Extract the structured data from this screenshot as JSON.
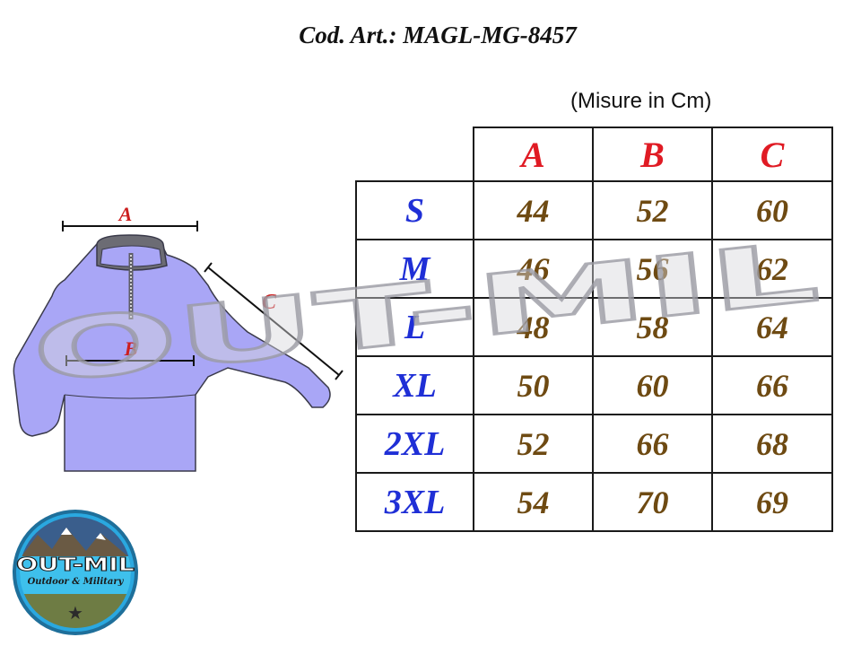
{
  "header": {
    "article_code": "Cod. Art.: MAGL-MG-8457"
  },
  "size_chart": {
    "units_note": "(Misure in Cm)",
    "columns": [
      "A",
      "B",
      "C"
    ],
    "rows": [
      {
        "size": "S",
        "values": [
          "44",
          "52",
          "60"
        ]
      },
      {
        "size": "M",
        "values": [
          "46",
          "56",
          "62"
        ]
      },
      {
        "size": "L",
        "values": [
          "48",
          "58",
          "64"
        ]
      },
      {
        "size": "XL",
        "values": [
          "50",
          "60",
          "66"
        ]
      },
      {
        "size": "2XL",
        "values": [
          "52",
          "66",
          "68"
        ]
      },
      {
        "size": "3XL",
        "values": [
          "54",
          "70",
          "69"
        ]
      }
    ]
  },
  "diagram": {
    "label_a": "A",
    "label_b": "B",
    "label_c": "C",
    "garment_color": "#a9a6f6",
    "collar_color": "#6c6c74"
  },
  "watermark": {
    "text": "OUT-MIL"
  },
  "logo": {
    "name": "OUT-MIL",
    "tagline": "Outdoor & Military",
    "ring_color": "#2aa8e0",
    "band_color": "#3ec0ec"
  },
  "colors": {
    "column_header": "#e01b24",
    "size_label": "#1f2fd6",
    "value_text": "#6e4a12"
  }
}
